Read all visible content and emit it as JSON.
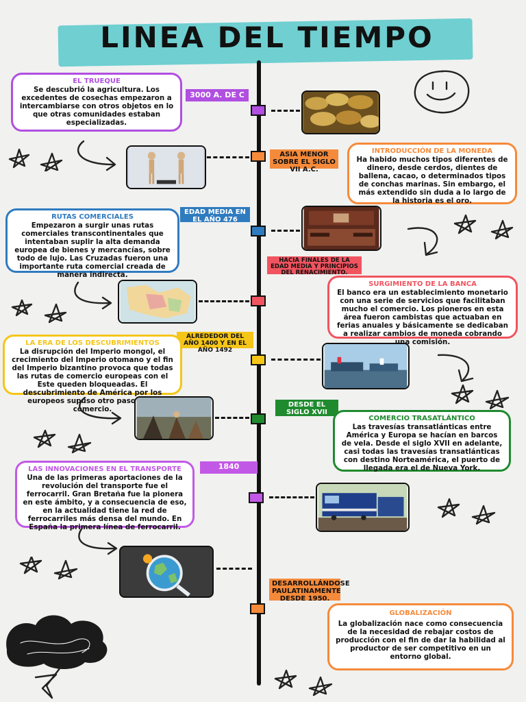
{
  "title": "LINEA DEL TIEMPO",
  "events": [
    {
      "heading": "EL TRUEQUE",
      "text": "Se descubrió la agricultura. Los excedentes de cosechas empezaron a intercambiarse con otros objetos en lo que otras comunidades estaban especializadas.",
      "date": "3000 A. DE C",
      "color": "#b04fe0"
    },
    {
      "heading": "INTRODUCCIÓN DE LA MONEDA",
      "text": "Ha habido muchos tipos diferentes de dinero, desde cerdos, dientes de ballena, cacao, o determinados tipos de conchas marinas. Sin embargo, el más extendido sin duda a lo largo de la historia es el oro.",
      "date": "ASIA MENOR SOBRE EL SIGLO VII A.C.",
      "color": "#f58a3a"
    },
    {
      "heading": "RUTAS COMERCIALES",
      "text": "Empezaron a surgir unas rutas comerciales transcontinentales que intentaban suplir la alta demanda europea de bienes y mercancías, sobre todo de lujo. Las Cruzadas fueron una importante ruta comercial creada de manera indirecta.",
      "date": "EDAD MEDIA EN EL AÑO 476",
      "color": "#2f7bbf"
    },
    {
      "heading": "SURGIMIENTO DE LA BANCA",
      "text": "El banco era un establecimiento monetario con una serie de servicios que facilitaban mucho el comercio. Los pioneros en esta área fueron cambistas que actuaban en ferias anuales y básicamente se dedicaban a realizar cambios de moneda cobrando una comisión.",
      "date": "HACIA FINALES DE LA EDAD MEDIA Y PRINCIPIOS DEL RENACIMIENTO.",
      "color": "#f0545f"
    },
    {
      "heading": "LA ERA DE LOS DESCUBRIMIENTOS",
      "text": "La disrupción del Imperio mongol, el crecimiento del Imperio otomano y el fin del Imperio bizantino provoca que todas las rutas de comercio europeas con el Este queden bloqueadas. El descubrimiento de América por los europeos supuso otro paso en el comercio.",
      "date": "ALREDEDOR DEL AÑO 1400 Y EN EL AÑO 1492",
      "color": "#f5c518"
    },
    {
      "heading": "COMERCIO TRASATLÁNTICO",
      "text": "Las travesías transatlánticas entre América y Europa se hacían en barcos de vela. Desde el siglo XVII en adelante, casi todas las travesías transatlánticas con destino Norteamérica, el puerto de llegada era el de Nueva York.",
      "date": "DESDE EL SIGLO XVII",
      "color": "#1f8a2e"
    },
    {
      "heading": "LAS INNOVACIONES EN EL TRANSPORTE",
      "text": "Una de las primeras aportaciones de la revolución del transporte fue el ferrocarril. Gran Bretaña fue la pionera en este ámbito, y a consecuencia de eso, en la actualidad tiene la red de ferrocarriles más densa del mundo. En España la primera línea de ferrocarril.",
      "date": "1840",
      "color": "#c259e6"
    },
    {
      "heading": "GLOBALIZACIÓN",
      "text": "La globalización nace como consecuencia de la necesidad de rebajar costos de producción con el fin de dar la habilidad al productor de ser competitivo en un entorno global.",
      "date": "DESARROLLÁNDOSE PAULATINAMENTE DESDE 1950.",
      "color": "#f58a3a"
    }
  ],
  "icons": [
    "smiley-icon",
    "star-icon",
    "curved-arrow-icon",
    "scribble-cloud-icon"
  ]
}
